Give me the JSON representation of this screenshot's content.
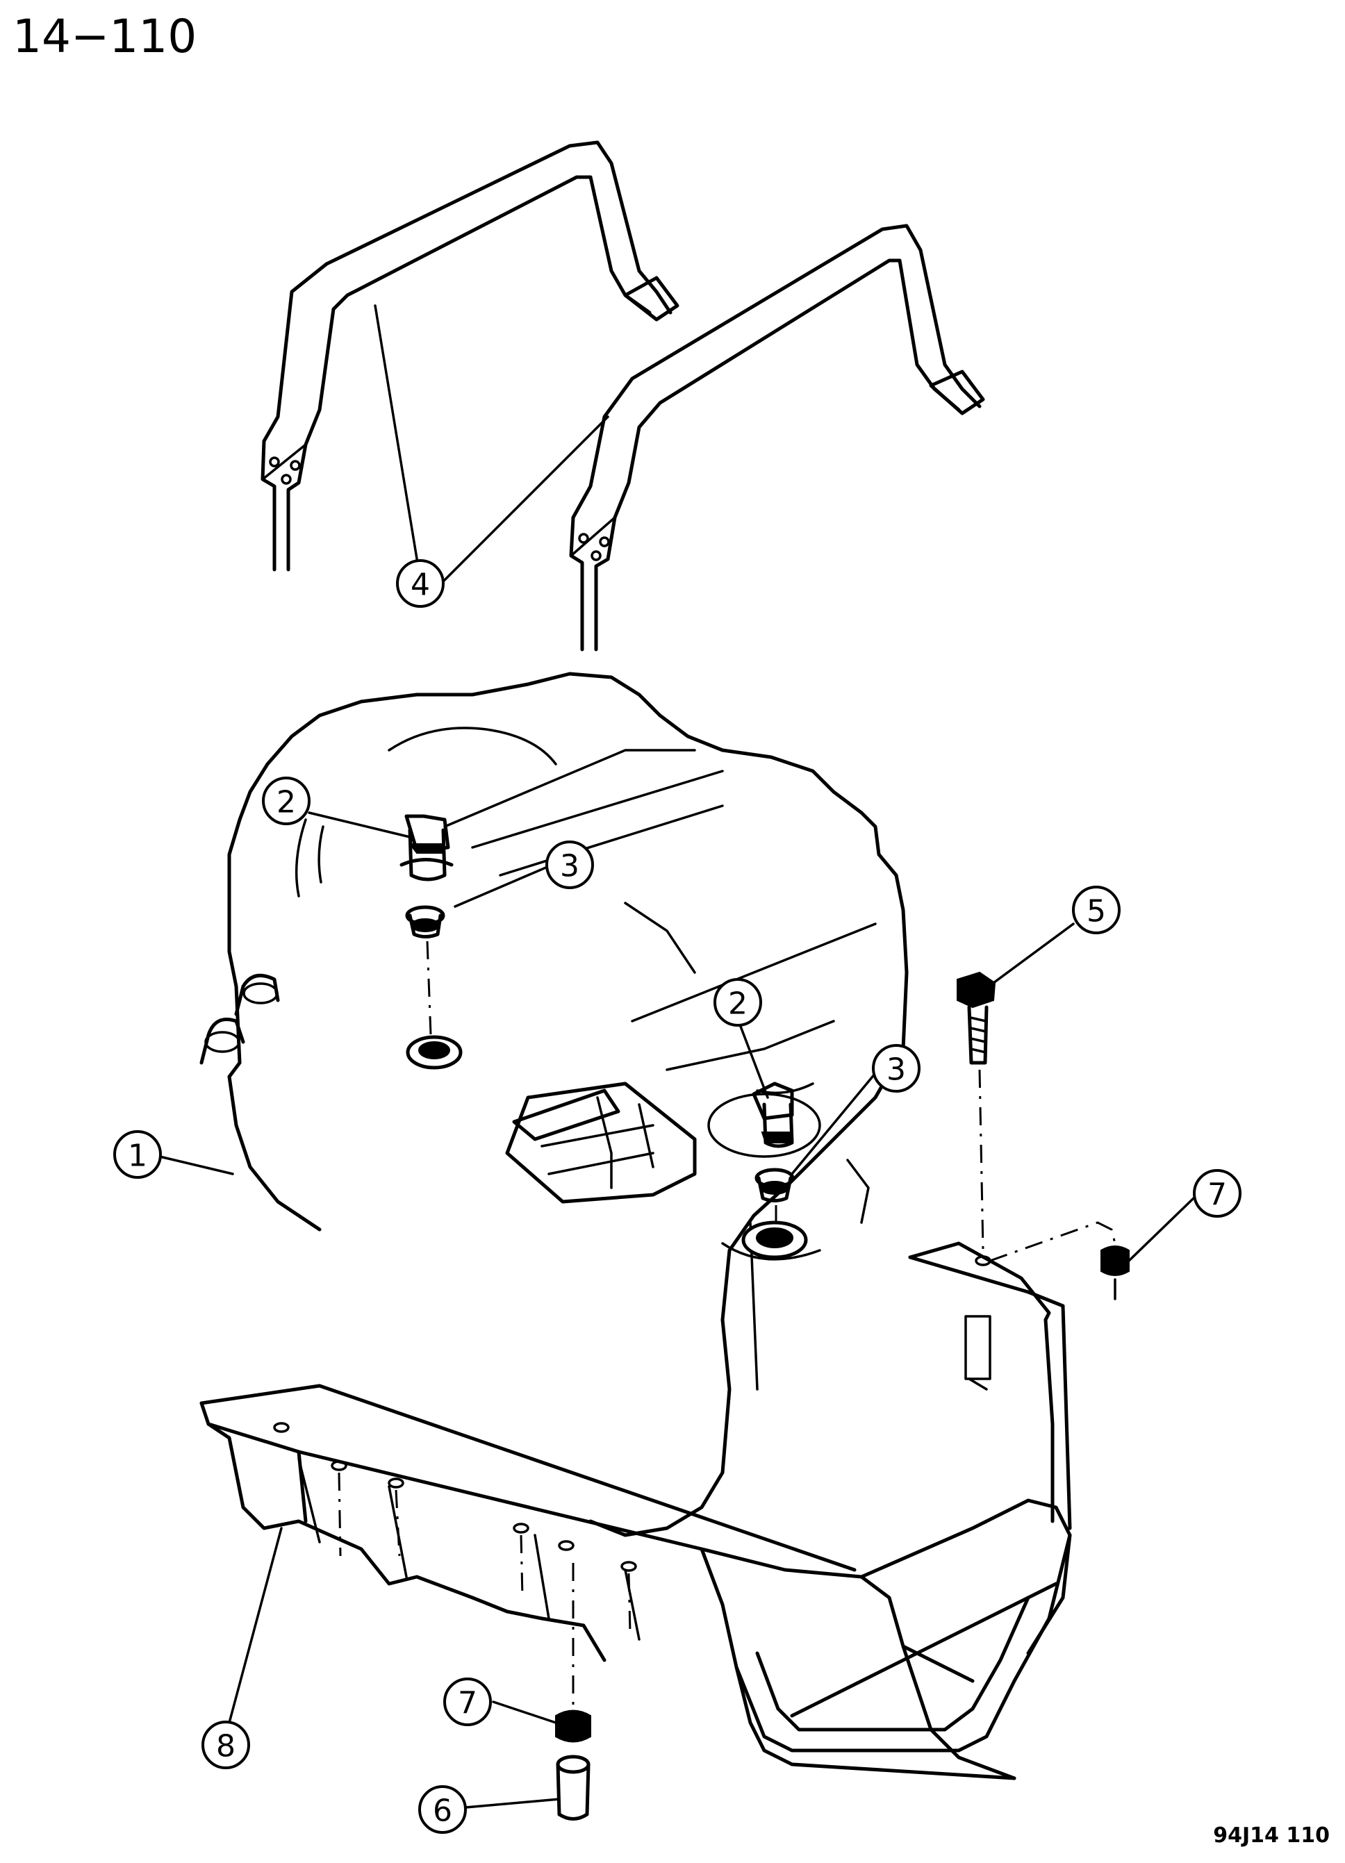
{
  "header": {
    "page_number": "14−110"
  },
  "footer": {
    "figure_code": "94J14  110"
  },
  "callouts": [
    {
      "id": "c4",
      "label": "4"
    },
    {
      "id": "c2a",
      "label": "2"
    },
    {
      "id": "c3a",
      "label": "3"
    },
    {
      "id": "c2b",
      "label": "2"
    },
    {
      "id": "c3b",
      "label": "3"
    },
    {
      "id": "c5",
      "label": "5"
    },
    {
      "id": "c1",
      "label": "1"
    },
    {
      "id": "c7a",
      "label": "7"
    },
    {
      "id": "c8",
      "label": "8"
    },
    {
      "id": "c7b",
      "label": "7"
    },
    {
      "id": "c6",
      "label": "6"
    }
  ]
}
